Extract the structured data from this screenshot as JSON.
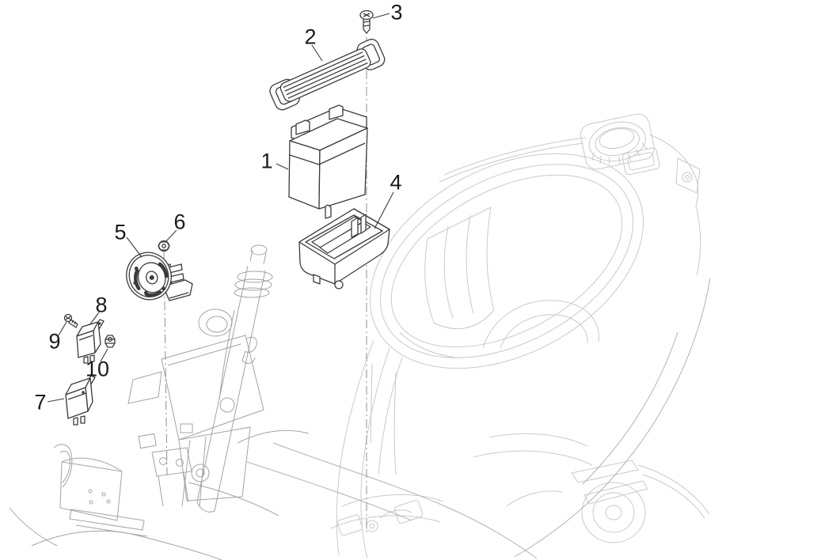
{
  "diagram": {
    "type": "exploded-parts-diagram",
    "description": "scooter electrical parts exploded view",
    "callouts": [
      {
        "id": "1",
        "label": "1"
      },
      {
        "id": "2",
        "label": "2"
      },
      {
        "id": "3",
        "label": "3"
      },
      {
        "id": "4",
        "label": "4"
      },
      {
        "id": "5",
        "label": "5"
      },
      {
        "id": "6",
        "label": "6"
      },
      {
        "id": "7",
        "label": "7"
      },
      {
        "id": "8",
        "label": "8"
      },
      {
        "id": "9",
        "label": "9"
      },
      {
        "id": "10",
        "label": "10"
      }
    ],
    "colors": {
      "canvas": "#ffffff",
      "part_line": "#3b3b3b",
      "background_line": "#c9c9c9",
      "background_line_dark": "#b2b2b2",
      "frame_line": "#a3a3a3",
      "centerline": "#8f8f8f",
      "label_text": "#1a1a1a"
    }
  }
}
